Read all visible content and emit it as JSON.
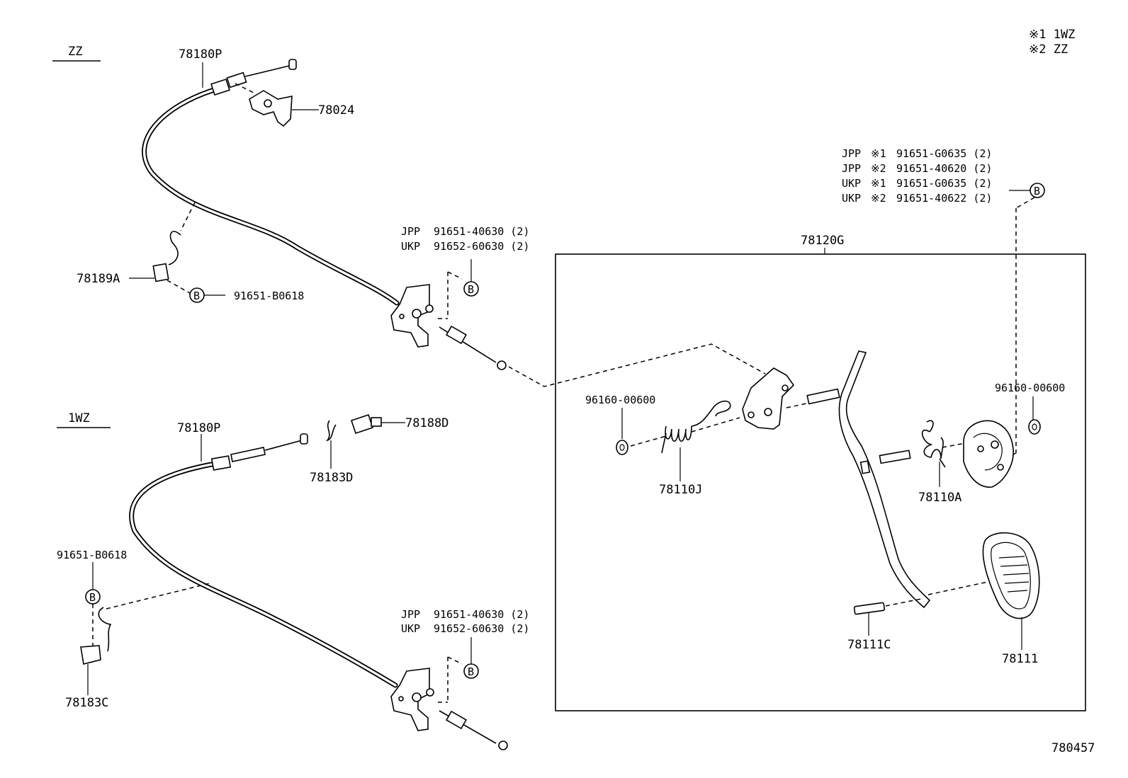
{
  "legend": {
    "line1": "※1 1WZ",
    "line2": "※2 ZZ"
  },
  "sections": {
    "zz": "ZZ",
    "wz": "1WZ"
  },
  "parts": {
    "cable_zz": "78180P",
    "bracket_78024": "78024",
    "clip_78189A": "78189A",
    "bolt_zz_hook": "91651-B0618",
    "cable_1wz": "78180P",
    "part_78188D": "78188D",
    "part_78183D": "78183D",
    "bolt_1wz_hook": "91651-B0618",
    "clip_78183C": "78183C",
    "pedal_assy": "78120G",
    "washer_left": "96160-00600",
    "washer_right": "96160-00600",
    "spring_78110J": "78110J",
    "spring_78110A": "78110A",
    "pin_78111C": "78111C",
    "pad_78111": "78111",
    "diagram_code": "780457"
  },
  "callouts": {
    "zz_bracket": [
      {
        "market": "JPP",
        "part": "91651-40630 (2)"
      },
      {
        "market": "UKP",
        "part": "91652-60630 (2)"
      }
    ],
    "wz_bracket": [
      {
        "market": "JPP",
        "part": "91651-40630 (2)"
      },
      {
        "market": "UKP",
        "part": "91652-60630 (2)"
      }
    ],
    "pedal_bolts": [
      {
        "market": "JPP",
        "mark": "※1",
        "part": "91651-G0635 (2)"
      },
      {
        "market": "JPP",
        "mark": "※2",
        "part": "91651-40620 (2)"
      },
      {
        "market": "UKP",
        "mark": "※1",
        "part": "91651-G0635 (2)"
      },
      {
        "market": "UKP",
        "mark": "※2",
        "part": "91651-40622 (2)"
      }
    ]
  },
  "ref_marker": "B"
}
